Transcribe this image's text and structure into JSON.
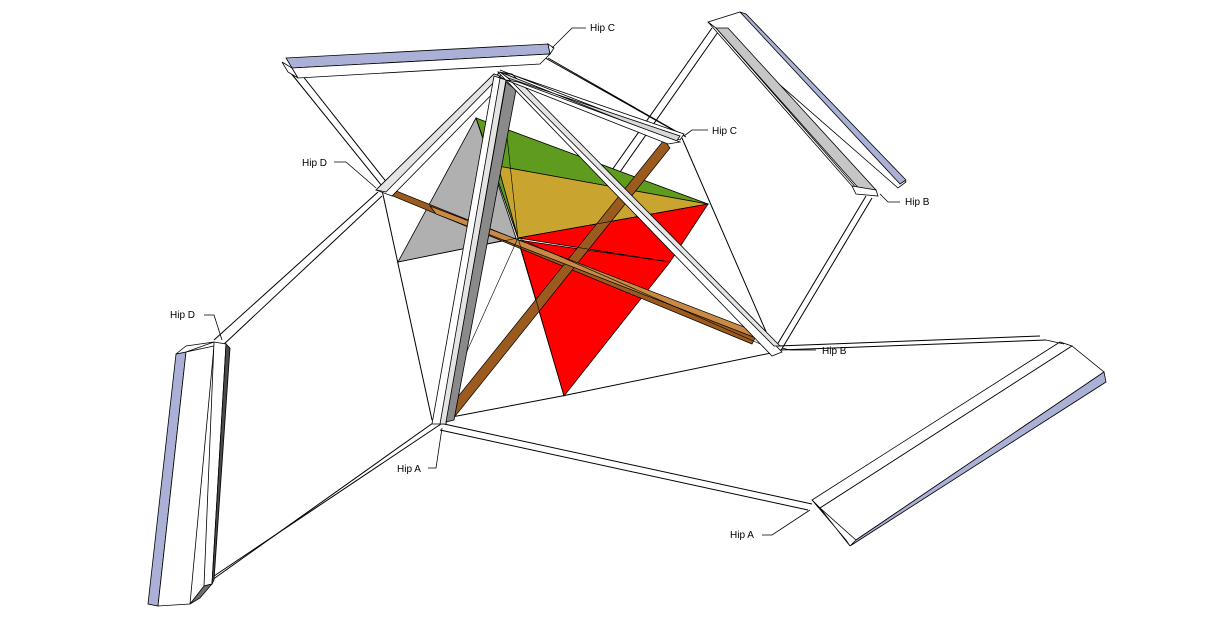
{
  "labels": {
    "hip_c_top": "Hip C",
    "hip_c_right": "Hip C",
    "hip_b_upper": "Hip B",
    "hip_b_lower": "Hip B",
    "hip_d_upper": "Hip D",
    "hip_d_lower": "Hip D",
    "hip_a_center": "Hip A",
    "hip_a_bottom": "Hip A"
  },
  "colors": {
    "plank_face": "#ffffff",
    "plank_shade": "#e4e4e4",
    "plank_edge": "#aab0d6",
    "dark_edge": "#6e6e6e",
    "brace": "#9b5a1e",
    "green": "#5e9b1e",
    "gold": "#c9a42e",
    "red": "#ff0000",
    "grey": "#b0b0b0"
  }
}
